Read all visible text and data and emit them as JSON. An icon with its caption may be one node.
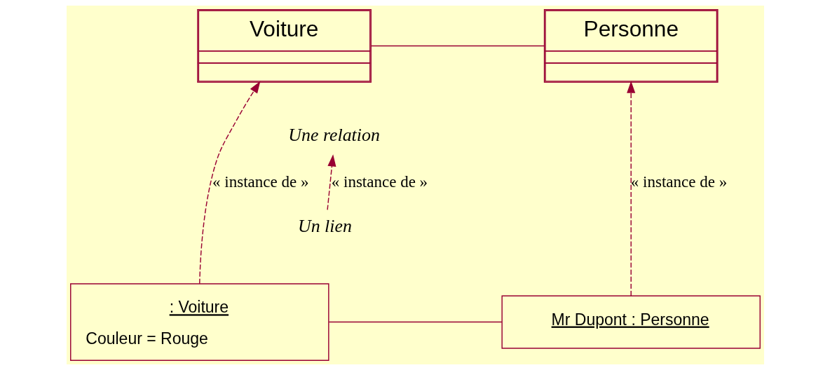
{
  "diagram": {
    "nodes": [
      {
        "text": [
          "Voiture"
        ]
      },
      {
        "text": [
          "Personne"
        ]
      },
      {
        "text": [
          ": Voiture",
          "Couleur = Rouge"
        ]
      },
      {
        "text": [
          "Mr Dupont : Personne"
        ]
      },
      {
        "text": [
          "Une relation"
        ]
      },
      {
        "text": [
          "Un lien"
        ]
      }
    ],
    "edges": [
      {
        "from": 0,
        "to": 1,
        "arrow": "none"
      },
      {
        "from": 2,
        "to": 3,
        "arrow": "none"
      },
      {
        "from": 2,
        "to": 0,
        "arrow": "to",
        "style": "dashed",
        "label": "« instance de »"
      },
      {
        "from": 5,
        "to": 4,
        "arrow": "to",
        "style": "dashed",
        "label": "« instance de »"
      },
      {
        "from": 3,
        "to": 1,
        "arrow": "to",
        "style": "dashed",
        "label": "« instance de »"
      }
    ]
  }
}
